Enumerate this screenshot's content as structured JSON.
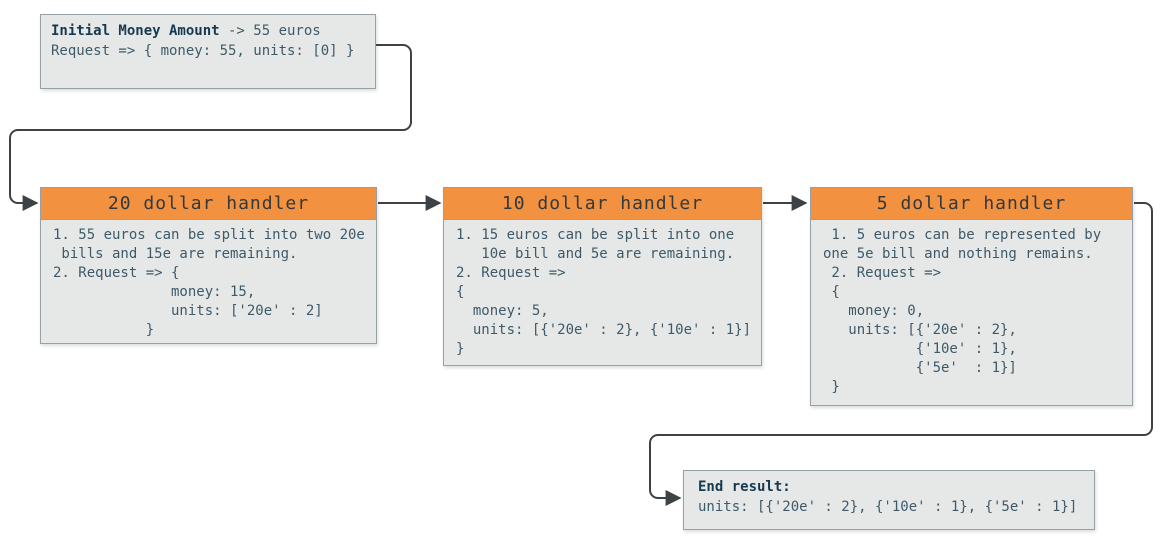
{
  "colors": {
    "header_bg": "#F29240",
    "box_bg": "#E6E8E8",
    "box_border": "#97A1A5",
    "title_text": "#33383C",
    "body_text": "#3E5A69",
    "strong_text": "#17394F",
    "connector": "#3C4245",
    "page_bg": "#FFFFFF"
  },
  "initial_box": {
    "title_bold": "Initial Money Amount",
    "title_rest": " -> 55 euros",
    "request_line": "Request => { money: 55, units: [0] }"
  },
  "handlers": [
    {
      "title": "20 dollar handler",
      "body": "1. 55 euros can be split into two 20e\n bills and 15e are remaining.\n2. Request => {\n              money: 15,\n              units: ['20e' : 2]\n           }"
    },
    {
      "title": "10 dollar handler",
      "body": "1. 15 euros can be split into one\n   10e bill and 5e are remaining.\n2. Request =>\n{\n  money: 5,\n  units: [{'20e' : 2}, {'10e' : 1}]\n}"
    },
    {
      "title": "5 dollar handler",
      "body": " 1. 5 euros can be represented by\none 5e bill and nothing remains.\n 2. Request =>\n {\n   money: 0,\n   units: [{'20e' : 2},\n           {'10e' : 1},\n           {'5e'  : 1}]\n }"
    }
  ],
  "end_box": {
    "title_bold": "End result:",
    "units_line": "units: [{'20e' : 2}, {'10e' : 1}, {'5e' : 1}]"
  }
}
